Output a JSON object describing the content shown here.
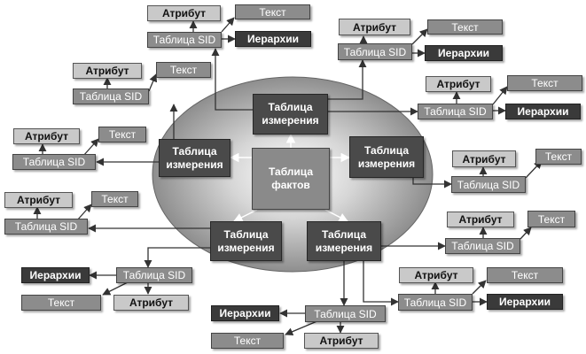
{
  "labels": {
    "fact": "Таблица фактов",
    "dimension": "Таблица измерения",
    "sid": "Таблица SID",
    "attribute": "Атрибут",
    "text": "Текст",
    "hierarchy": "Иерархии"
  },
  "colors": {
    "ellipse_center": "#eeeeee",
    "ellipse_edge": "#8a8a8a",
    "dimension": "#4a4a4a",
    "fact": "#8a8a8a",
    "sid": "#8c8c8c",
    "attribute": "#c9c9c9",
    "hierarchy": "#3a3a3a",
    "connector": "#333333",
    "inner_arrow": "#ffffff"
  }
}
